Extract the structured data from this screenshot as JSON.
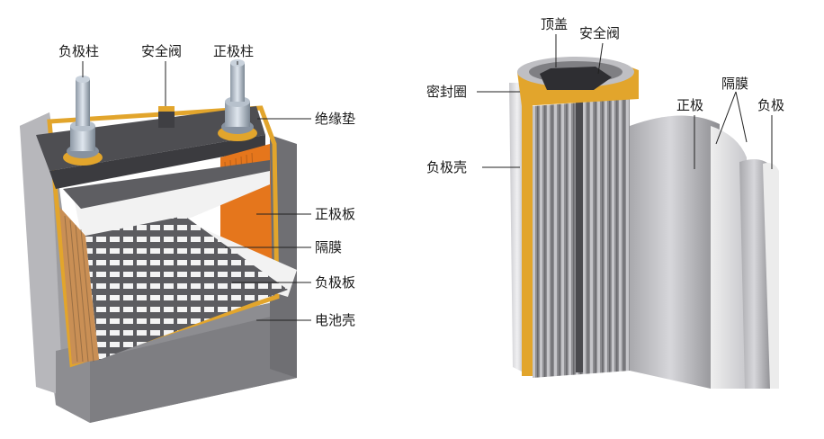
{
  "figure": {
    "left_battery": {
      "labels": {
        "negative_terminal": "负极柱",
        "safety_valve": "安全阀",
        "positive_terminal": "正极柱",
        "insulating_gasket": "绝缘垫",
        "positive_plate": "正极板",
        "separator": "隔膜",
        "negative_plate": "负极板",
        "battery_case": "电池壳"
      }
    },
    "right_battery": {
      "labels": {
        "top_cap": "顶盖",
        "safety_valve": "安全阀",
        "sealing_ring": "密封圈",
        "separator": "隔膜",
        "positive_electrode": "正极",
        "negative_electrode": "负极",
        "negative_case": "负极壳"
      }
    }
  },
  "colors": {
    "case_gray": "#8f8f93",
    "dark_gray": "#4e4e52",
    "gold_insulation": "#e2a52c",
    "orange_plate": "#e5761c",
    "separator_white": "#f2f2f2",
    "blue_wrap": "#2b5fb8"
  }
}
